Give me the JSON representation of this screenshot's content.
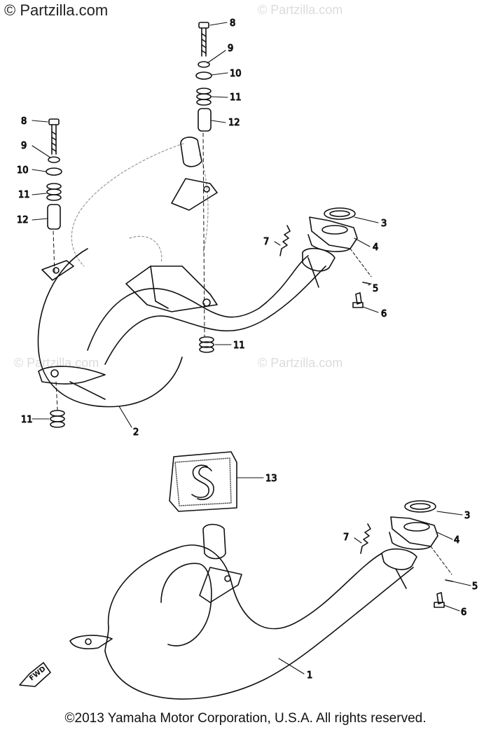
{
  "watermarks": {
    "top_left": "© Partzilla.com",
    "faint": "© Partzilla.com"
  },
  "copyright": "©2013 Yamaha Motor Corporation, U.S.A. All rights reserved.",
  "fwd_label": "FWD",
  "callouts": [
    {
      "id": "upper-8",
      "label": "8"
    },
    {
      "id": "upper-9",
      "label": "9"
    },
    {
      "id": "upper-10",
      "label": "10"
    },
    {
      "id": "upper-11",
      "label": "11"
    },
    {
      "id": "upper-12",
      "label": "12"
    },
    {
      "id": "left-8",
      "label": "8"
    },
    {
      "id": "left-9",
      "label": "9"
    },
    {
      "id": "left-10",
      "label": "10"
    },
    {
      "id": "left-11",
      "label": "11"
    },
    {
      "id": "left-12",
      "label": "12"
    },
    {
      "id": "mid-3",
      "label": "3"
    },
    {
      "id": "mid-4",
      "label": "4"
    },
    {
      "id": "mid-5",
      "label": "5"
    },
    {
      "id": "mid-6",
      "label": "6"
    },
    {
      "id": "mid-7",
      "label": "7"
    },
    {
      "id": "mid-11",
      "label": "11"
    },
    {
      "id": "bl-11",
      "label": "11"
    },
    {
      "id": "muffler-2",
      "label": "2"
    },
    {
      "id": "gasket-13",
      "label": "13"
    },
    {
      "id": "low-3",
      "label": "3"
    },
    {
      "id": "low-4",
      "label": "4"
    },
    {
      "id": "low-5",
      "label": "5"
    },
    {
      "id": "low-6",
      "label": "6"
    },
    {
      "id": "low-7",
      "label": "7"
    },
    {
      "id": "pipe-1",
      "label": "1"
    }
  ]
}
